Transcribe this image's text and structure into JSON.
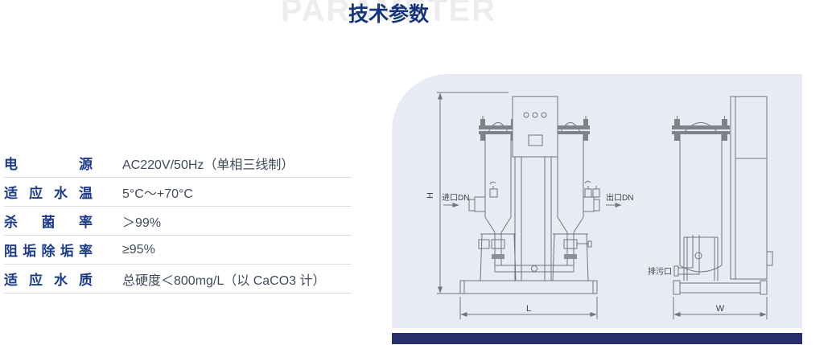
{
  "header": {
    "background_word": "PARAMETER",
    "title": "技术参数"
  },
  "spec_table": {
    "rows": [
      {
        "label": "电源",
        "value": "AC220V/50Hz（单相三线制）"
      },
      {
        "label": "适应水温",
        "value": "5°C～+70°C"
      },
      {
        "label": "杀菌率",
        "value": "＞99%"
      },
      {
        "label": "阻垢除垢率",
        "value": "≥95%"
      },
      {
        "label": "适应水质",
        "value": "总硬度＜800mg/L（以 CaCO3 计）"
      }
    ]
  },
  "diagram": {
    "labels": {
      "height_dim": "H",
      "length_dim": "L",
      "width_dim": "W",
      "inlet": "进口DN",
      "outlet": "出口DN",
      "drain_outlet": "排污口"
    }
  },
  "colors": {
    "title_blue": "#16357c",
    "watermark_gray": "#ededed",
    "label_blue": "#1c3a86",
    "value_gray": "#414a59",
    "panel_background": "#e8ebf4",
    "accent_bar_navy": "#282d6b",
    "drawing_line_gray": "#6e7480",
    "row_divider": "#dadde3"
  }
}
